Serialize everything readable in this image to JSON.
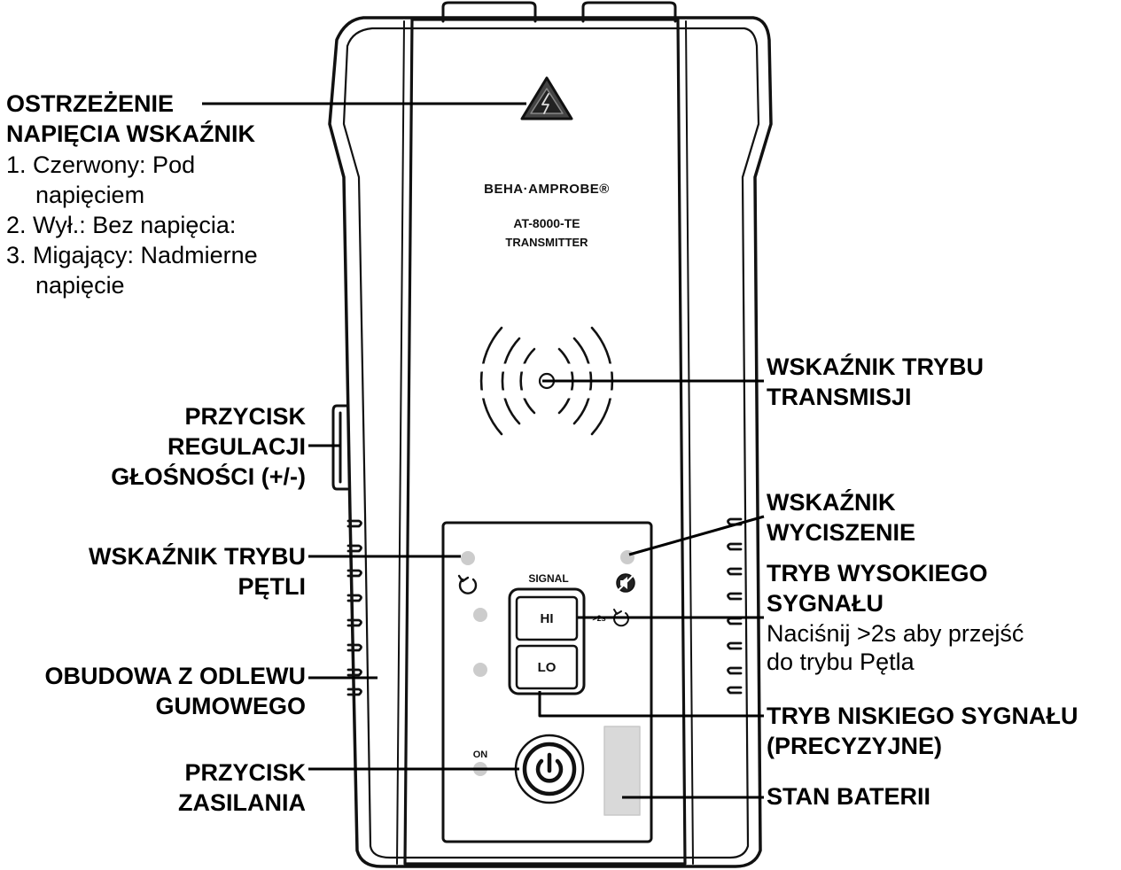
{
  "device": {
    "brand": "BEHA·AMPROBE®",
    "model": "AT-8000-TE",
    "type": "TRANSMITTER",
    "signal_label": "SIGNAL",
    "hi_label": "HI",
    "lo_label": "LO",
    "on_label": "ON",
    "hold_label": ">2s"
  },
  "labels": {
    "voltage_warning": {
      "title_line1": "OSTRZEŻENIE",
      "title_line2": "NAPIĘCIA WSKAŹNIK",
      "items": [
        {
          "line1": "1.  Czerwony: Pod",
          "line2": "napięciem"
        },
        {
          "line1": "2.  Wył.: Bez napięcia:",
          "line2": ""
        },
        {
          "line1": "3.  Migający: Nadmierne",
          "line2": "napięcie"
        }
      ]
    },
    "volume_button": [
      "PRZYCISK",
      "REGULACJI",
      "GŁOŚNOŚCI (+/-)"
    ],
    "loop_indicator": [
      "WSKAŹNIK TRYBU",
      "PĘTLI"
    ],
    "rubber_housing": [
      "OBUDOWA Z ODLEWU",
      "GUMOWEGO"
    ],
    "power_button": [
      "PRZYCISK",
      "ZASILANIA"
    ],
    "transmit_indicator": [
      "WSKAŹNIK TRYBU",
      "TRANSMISJI"
    ],
    "mute_indicator": [
      "WSKAŹNIK",
      "WYCISZENIE"
    ],
    "high_signal": {
      "title": [
        "TRYB WYSOKIEGO",
        "SYGNAŁU"
      ],
      "note": [
        "Naciśnij >2s aby przejść",
        "do trybu Pętla"
      ]
    },
    "low_signal": [
      "TRYB NISKIEGO SYGNAŁU",
      "(PRECYZYJNE)"
    ],
    "battery": "STAN BATERII"
  }
}
